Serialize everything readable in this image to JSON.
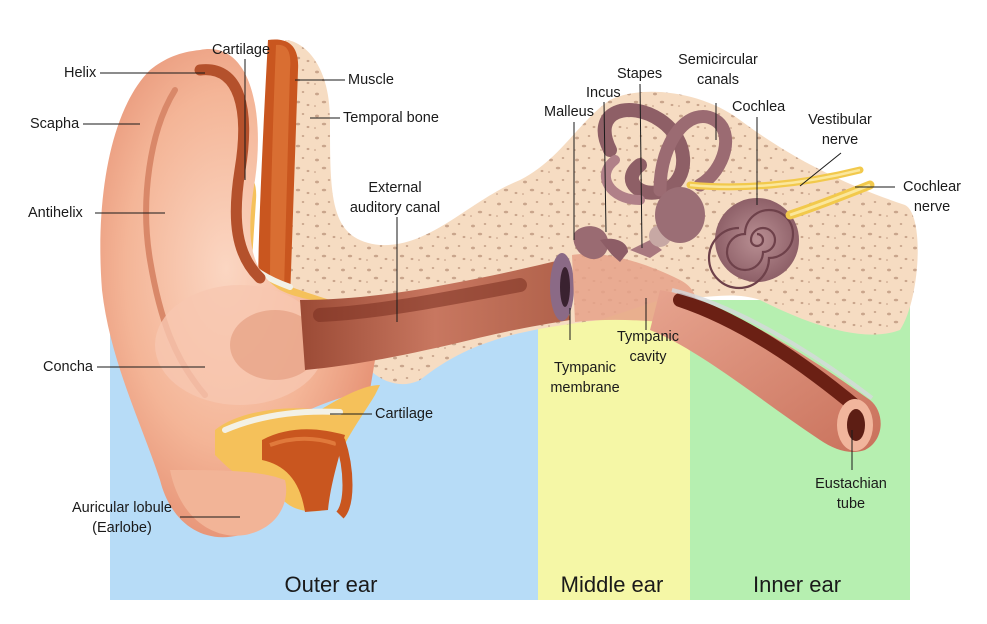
{
  "zones": {
    "outer": "Outer ear",
    "middle": "Middle ear",
    "inner": "Inner ear"
  },
  "labels": {
    "helix": "Helix",
    "scapha": "Scapha",
    "antihelix": "Antihelix",
    "concha": "Concha",
    "earlobe_line1": "Auricular lobule",
    "earlobe_line2": "(Earlobe)",
    "cartilage_top": "Cartilage",
    "muscle": "Muscle",
    "temporal_bone": "Temporal bone",
    "ext_canal_line1": "External",
    "ext_canal_line2": "auditory canal",
    "cartilage_bottom": "Cartilage",
    "malleus": "Malleus",
    "incus": "Incus",
    "stapes": "Stapes",
    "semicircular_line1": "Semicircular",
    "semicircular_line2": "canals",
    "cochlea": "Cochlea",
    "vestibular_line1": "Vestibular",
    "vestibular_line2": "nerve",
    "cochlear_line1": "Cochlear",
    "cochlear_line2": "nerve",
    "tympanic_membrane_line1": "Tympanic",
    "tympanic_membrane_line2": "membrane",
    "tympanic_cavity_line1": "Tympanic",
    "tympanic_cavity_line2": "cavity",
    "eustachian_line1": "Eustachian",
    "eustachian_line2": "tube"
  },
  "colors": {
    "outer_zone": "#b7dcf7",
    "middle_zone": "#f5f7a6",
    "inner_zone": "#b6efb0",
    "skin": "#f3b79c",
    "bone": "#f6dcc2",
    "cartilage": "#f5c15a",
    "muscle": "#c9561f",
    "ossicles": "#9a6b72",
    "nerve": "#f2c94c"
  }
}
